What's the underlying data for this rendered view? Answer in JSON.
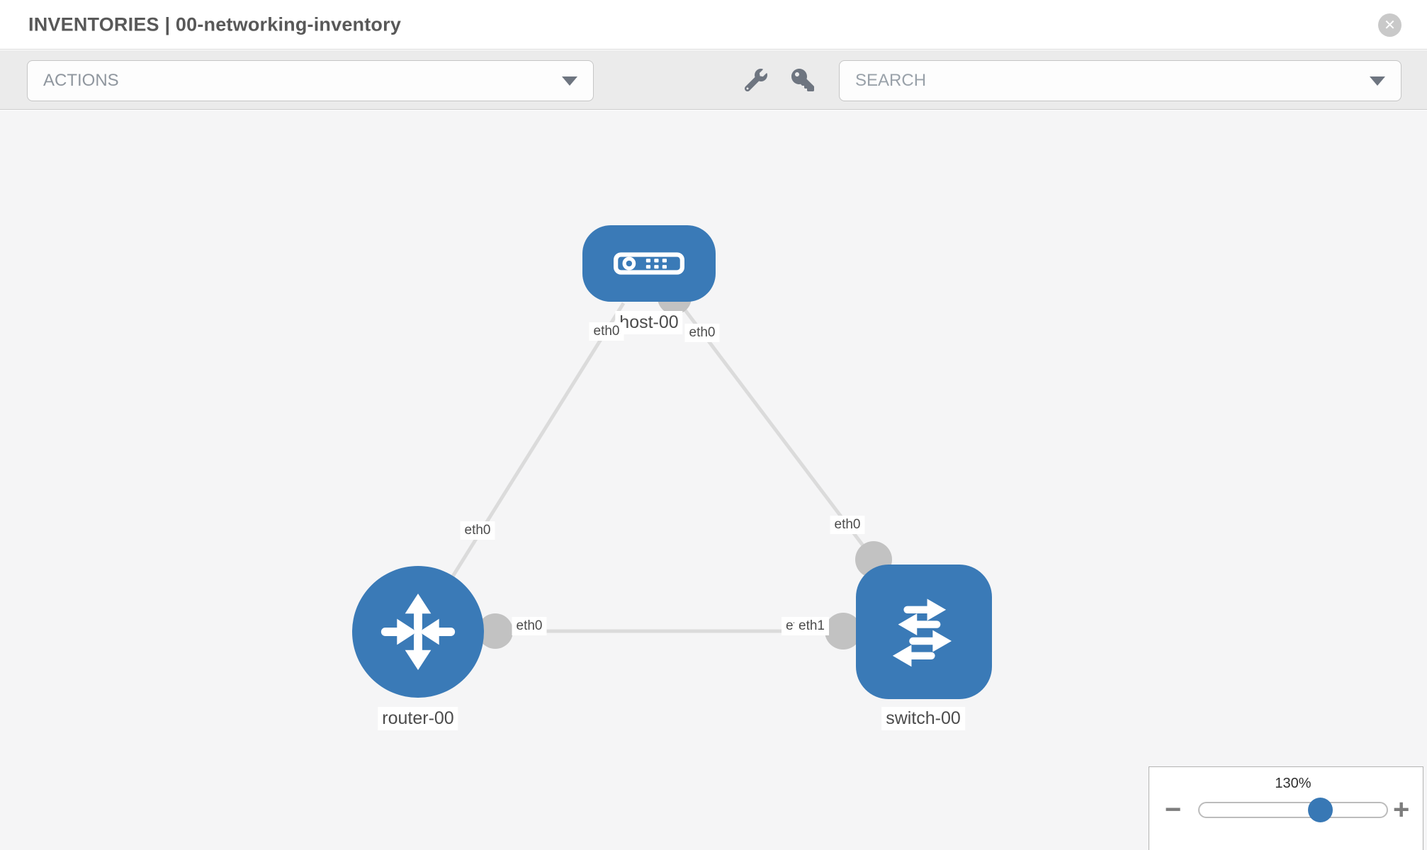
{
  "header": {
    "title": "INVENTORIES | 00-networking-inventory",
    "close_glyph": "✕"
  },
  "toolbar": {
    "actions_dropdown": {
      "label": "ACTIONS"
    },
    "search_dropdown": {
      "label": "SEARCH"
    },
    "icons": [
      "wrench-icon",
      "key-icon"
    ]
  },
  "topology": {
    "nodes": [
      {
        "id": "host-00",
        "type": "host",
        "label": "host-00"
      },
      {
        "id": "router-00",
        "type": "router",
        "label": "router-00"
      },
      {
        "id": "switch-00",
        "type": "switch",
        "label": "switch-00"
      }
    ],
    "links": [
      {
        "from": "host-00",
        "to": "router-00",
        "from_interface": "eth0",
        "to_interface": "eth0"
      },
      {
        "from": "host-00",
        "to": "switch-00",
        "from_interface": "eth0",
        "to_interface": "eth0"
      },
      {
        "from": "router-00",
        "to": "switch-00",
        "from_interface": "eth0",
        "to_interface": "eth1",
        "to_interface_overlapped": "eth0"
      }
    ]
  },
  "zoom_control": {
    "level": "130%",
    "minus_glyph": "−",
    "plus_glyph": "+"
  },
  "colors": {
    "node_blue": "#3a7ab7",
    "link_gray": "#dbdbdb",
    "connector_gray": "#c2c2c2",
    "canvas_bg": "#f5f5f6",
    "toolbar_bg": "#ebebeb",
    "thumb_blue": "#3878b5"
  }
}
